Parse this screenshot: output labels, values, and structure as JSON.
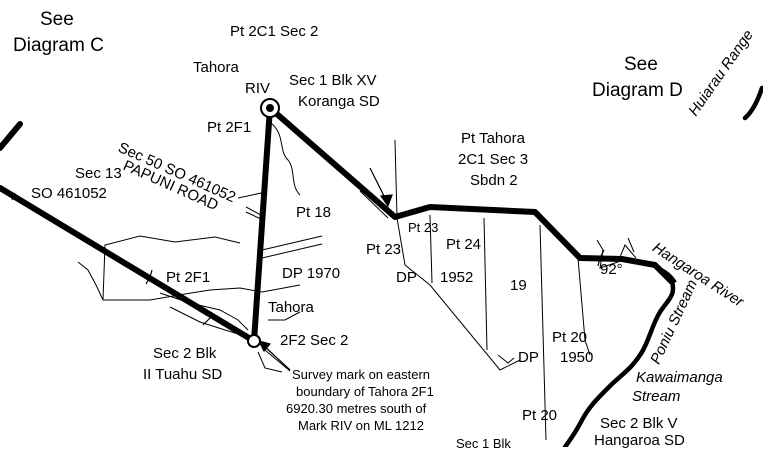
{
  "labels": {
    "see_c_1": "See",
    "see_c_2": "Diagram C",
    "see_d_1": "See",
    "see_d_2": "Diagram D",
    "pt_2c1_sec2": "Pt 2C1 Sec 2",
    "tahora_top": "Tahora",
    "riv": "RIV",
    "sec1_blk_xv": "Sec 1 Blk XV",
    "koranga_sd": "Koranga SD",
    "huiarau_range": "Huiarau Range",
    "pt_2f1_top": "Pt 2F1",
    "sec50_so": "Sec 50 SO 461052",
    "papuni_road": "PAPUNI ROAD",
    "pt_tahora": "Pt Tahora",
    "c1_sec3": "2C1 Sec 3",
    "sbdn2": "Sbdn 2",
    "sec13": "Sec 13",
    "so_461052": "SO 461052",
    "pt_18": "Pt 18",
    "pt_23_small": "Pt 23",
    "pt_23": "Pt 23",
    "pt_24": "Pt 24",
    "dp_1970": "DP 1970",
    "dp_left": "DP",
    "n_1952": "1952",
    "n_19": "19",
    "deg_92": "92°",
    "hangaroa_river": "Hangaroa River",
    "pt_2f1_left": "Pt 2F1",
    "tahora_mid": "Tahora",
    "f2_sec2": "2F2 Sec 2",
    "sec2_blk": "Sec 2 Blk",
    "ii_tuahu": "II Tuahu SD",
    "pt_20_a": "Pt 20",
    "dp_bottom": "DP",
    "n_1950": "1950",
    "poniu_stream": "Poniu Stream",
    "kawaimanga": "Kawaimanga",
    "stream": "Stream",
    "pt_20_b": "Pt 20",
    "sec2_blk_v": "Sec 2 Blk V",
    "hangaroa_sd": "Hangaroa SD",
    "sec1_blk": "Sec 1 Blk",
    "survey_1": "Survey mark on eastern",
    "survey_2": "boundary of Tahora 2F1",
    "survey_3": "6920.30 metres south of",
    "survey_4": "Mark RIV on ML 1212"
  },
  "colors": {
    "ink": "#000000",
    "paper": "#ffffff"
  }
}
